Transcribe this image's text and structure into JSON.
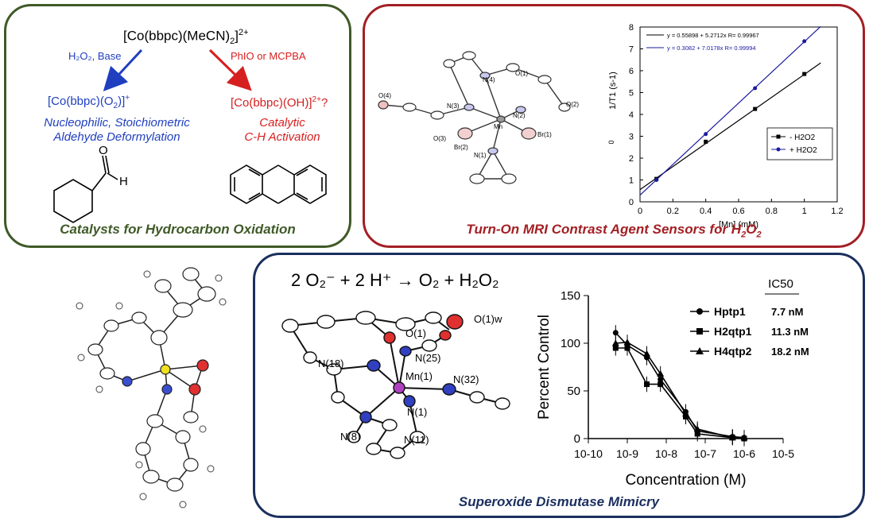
{
  "panel1": {
    "complex": "[Co(bbpc)(MeCN)",
    "complex_sub": "2",
    "complex_end": "]",
    "complex_sup": "2+",
    "left_reagent": "H₂O₂, Base",
    "right_reagent": "PhIO or MCPBA",
    "left_product": "[Co(bbpc)(O",
    "left_product_sub": "2",
    "left_product_end": ")]",
    "left_product_sup": "+",
    "left_desc1": "Nucleophilic, Stoichiometric",
    "left_desc2": "Aldehyde Deformylation",
    "right_product": "[Co(bbpc)(OH)]",
    "right_product_sup": "2+",
    "right_product_q": "?",
    "right_desc1": "Catalytic",
    "right_desc2": "C-H Activation",
    "aldehyde_O": "O",
    "aldehyde_H": "H",
    "caption": "Catalysts for Hydrocarbon Oxidation",
    "color": "#3f5a27"
  },
  "panel2": {
    "atoms": [
      "O(1)",
      "N(4)",
      "O(4)",
      "N(3)",
      "N(2)",
      "O(2)",
      "Mn",
      "O(3)",
      "Br(2)",
      "Br(1)",
      "N(1)"
    ],
    "caption_main": "Turn-On MRI Contrast Agent Sensors for H",
    "caption_sub": "2",
    "caption_o": "O",
    "caption_sub2": "2",
    "color": "#a31f24",
    "chart_data": {
      "type": "line",
      "xlabel": "[Mn] (mM)",
      "ylabel": "1/T1 (s-1)",
      "y_tick_extra": "0",
      "xlim": [
        0,
        1.2
      ],
      "ylim": [
        0,
        8
      ],
      "xticks": [
        "0",
        "0.2",
        "0.4",
        "0.6",
        "0.8",
        "1",
        "1.2"
      ],
      "yticks": [
        "0",
        "1",
        "2",
        "3",
        "4",
        "5",
        "6",
        "7",
        "8"
      ],
      "series": [
        {
          "name": "- H2O2",
          "color": "#000000",
          "marker": "square",
          "fit": "y = 0.55898 + 5.2712x   R= 0.99967",
          "intercept": 0.55898,
          "slope": 5.2712,
          "x": [
            0.1,
            0.4,
            0.7,
            1.0
          ],
          "y": [
            1.05,
            2.75,
            4.25,
            5.85
          ]
        },
        {
          "name": "+ H2O2",
          "color": "#1a1aa0",
          "marker": "circle",
          "fit": "y = 0.3082 + 7.0178x   R= 0.99994",
          "intercept": 0.3082,
          "slope": 7.0178,
          "x": [
            0.1,
            0.4,
            0.7,
            1.0
          ],
          "y": [
            1.0,
            3.1,
            5.2,
            7.35
          ]
        }
      ],
      "legend_position": "bottom-right"
    }
  },
  "panel3": {
    "equation": "2 O₂⁻ + 2 H⁺ → O₂ + H₂O₂",
    "atoms": [
      "O(1)w",
      "O(1)",
      "N(25)",
      "N(18)",
      "Mn(1)",
      "N(32)",
      "N(1)",
      "N(8)",
      "N(11)"
    ],
    "caption": "Superoxide Dismutase Mimicry",
    "color": "#1b2f5e",
    "chart_data": {
      "type": "line",
      "xlabel": "Concentration (M)",
      "ylabel": "Percent Control",
      "x_scale": "log",
      "xlim_exp": [
        -10,
        -5
      ],
      "xticks": [
        "10-10",
        "10-9",
        "10-8",
        "10-7",
        "10-6",
        "10-5"
      ],
      "ylim": [
        0,
        150
      ],
      "yticks": [
        "0",
        "50",
        "100",
        "150"
      ],
      "ic50_header": "IC50",
      "series": [
        {
          "name": "Hptp1",
          "ic50": "7.7 nM",
          "marker": "circle",
          "x_exp": [
            -9.3,
            -9,
            -8.5,
            -8.15,
            -7.5,
            -7.2,
            -6.3,
            -6
          ],
          "y": [
            111,
            98,
            85,
            62,
            28,
            8,
            2,
            1
          ]
        },
        {
          "name": "H2qtp1",
          "ic50": "11.3 nM",
          "marker": "square",
          "x_exp": [
            -9.3,
            -9,
            -8.5,
            -8.15,
            -7.5,
            -7.2,
            -6.3,
            -6
          ],
          "y": [
            95,
            95,
            57,
            57,
            23,
            5,
            1,
            0
          ]
        },
        {
          "name": "H4qtp2",
          "ic50": "18.2 nM",
          "marker": "triangle",
          "x_exp": [
            -9.3,
            -9,
            -8.5,
            -8.15,
            -7.5,
            -7.2,
            -6.3,
            -6
          ],
          "y": [
            100,
            101,
            89,
            68,
            26,
            10,
            1,
            1
          ]
        }
      ],
      "legend_position": "top-right"
    }
  }
}
